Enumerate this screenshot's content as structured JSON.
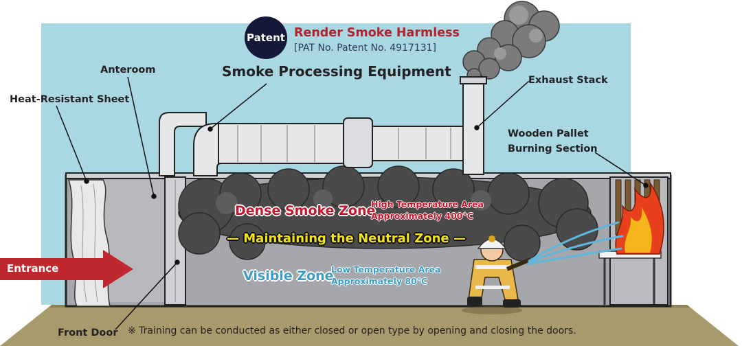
{
  "patent": {
    "badge": "Patent",
    "title": "Render Smoke Harmless",
    "number": "[PAT No. Patent No. 4917131]"
  },
  "labels": {
    "anteroom": "Anteroom",
    "heat_resistant_sheet": "Heat-Resistant Sheet",
    "smoke_processing_equipment": "Smoke Processing Equipment",
    "exhaust_stack": "Exhaust Stack",
    "wooden_pallet_line1": "Wooden Pallet",
    "wooden_pallet_line2": "Burning Section",
    "entrance": "Entrance",
    "front_door": "Front Door"
  },
  "zones": {
    "dense": "Dense Smoke Zone",
    "high_temp_line1": "High Temperature Area",
    "high_temp_line2": "Approximately 400°C",
    "neutral": "— Maintaining the Neutral Zone —",
    "visible": "Visible Zone",
    "low_temp_line1": "Low Temperature Area",
    "low_temp_line2": "Approximately 80°C"
  },
  "note": "※  Training can be conducted as either closed or open type by opening and closing the doors.",
  "colors": {
    "sky": "#a9d7e2",
    "ground": "#a79a6c",
    "smoke": "#4a4a4a",
    "arrow": "#c0282f",
    "patent_red": "#b2232e",
    "neutral_yellow": "#f2e21c",
    "visible_blue": "#3d9ec4"
  }
}
